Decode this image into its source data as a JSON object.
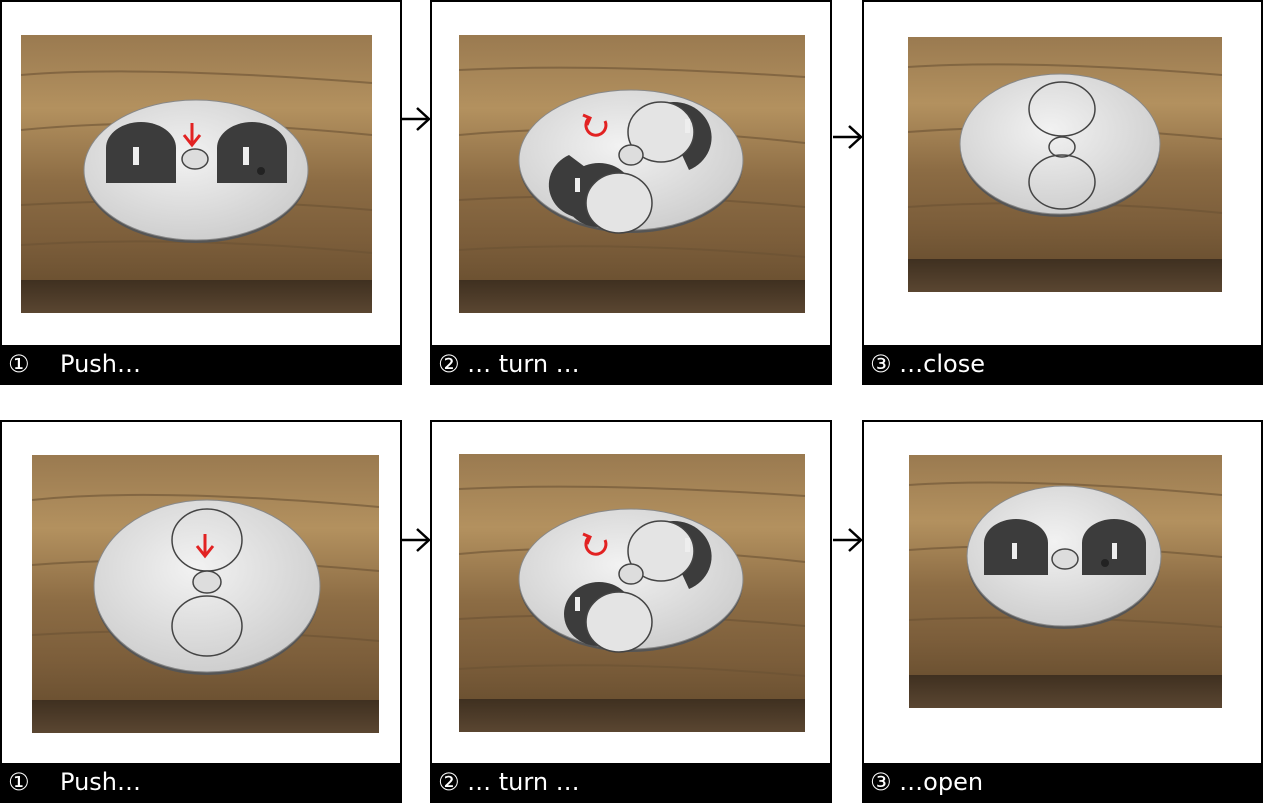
{
  "rows": [
    {
      "panels": [
        {
          "caption": "①    Push…",
          "state": "push-button-with-sockets"
        },
        {
          "caption": "② … turn …",
          "state": "turning"
        },
        {
          "caption": "③ …close",
          "state": "closed"
        }
      ]
    },
    {
      "panels": [
        {
          "caption": "①    Push…",
          "state": "push-button-closed"
        },
        {
          "caption": "② … turn …",
          "state": "turning"
        },
        {
          "caption": "③ …open",
          "state": "open-with-sockets"
        }
      ]
    }
  ],
  "colors": {
    "wood_light": "#a9875c",
    "wood_dark": "#5a4329",
    "wood_front": "#4a3a28",
    "lid": "#dcdcdc",
    "red_arrow": "#e22222"
  },
  "icons": [
    "right-arrow-icon",
    "red-down-arrow-icon",
    "red-rotate-arrow-icon",
    "socket-icon"
  ]
}
